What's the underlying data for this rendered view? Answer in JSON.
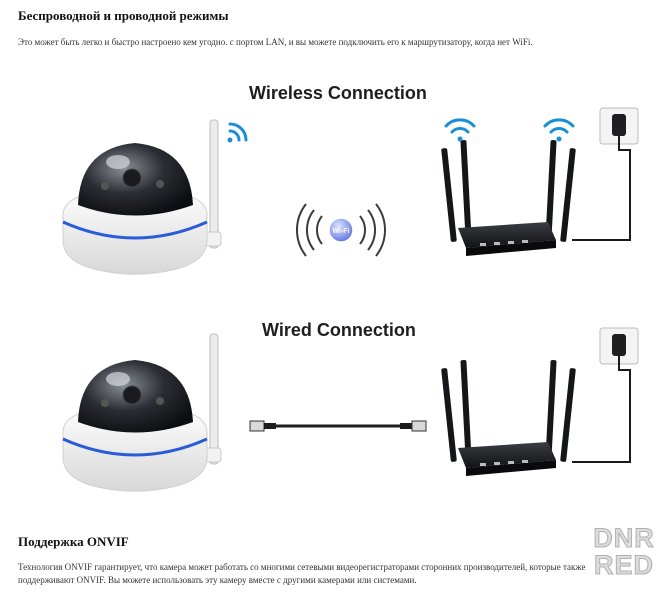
{
  "section1": {
    "heading": "Беспроводной и проводной режимы",
    "text": "Это может быть легко и быстро настроено кем угодно. с портом LAN, и вы можете подключить его к маршрутизатору, когда нет WiFi."
  },
  "diagram": {
    "wireless_title": "Wireless Connection",
    "wired_title": "Wired Connection",
    "wifi_badge": "Wi-Fi",
    "accent_color": "#1a8fd8",
    "camera_ring_color": "#2a5cd8"
  },
  "section2": {
    "heading": "Поддержка ONVIF",
    "text": "Технология ONVIF гарантирует, что камера может работать со многими сетевыми видеорегистраторами сторонних производителей, которые также поддерживают ONVIF. Вы можете использовать эту камеру вместе с другими камерами или системами."
  },
  "watermark": "DNR RED"
}
